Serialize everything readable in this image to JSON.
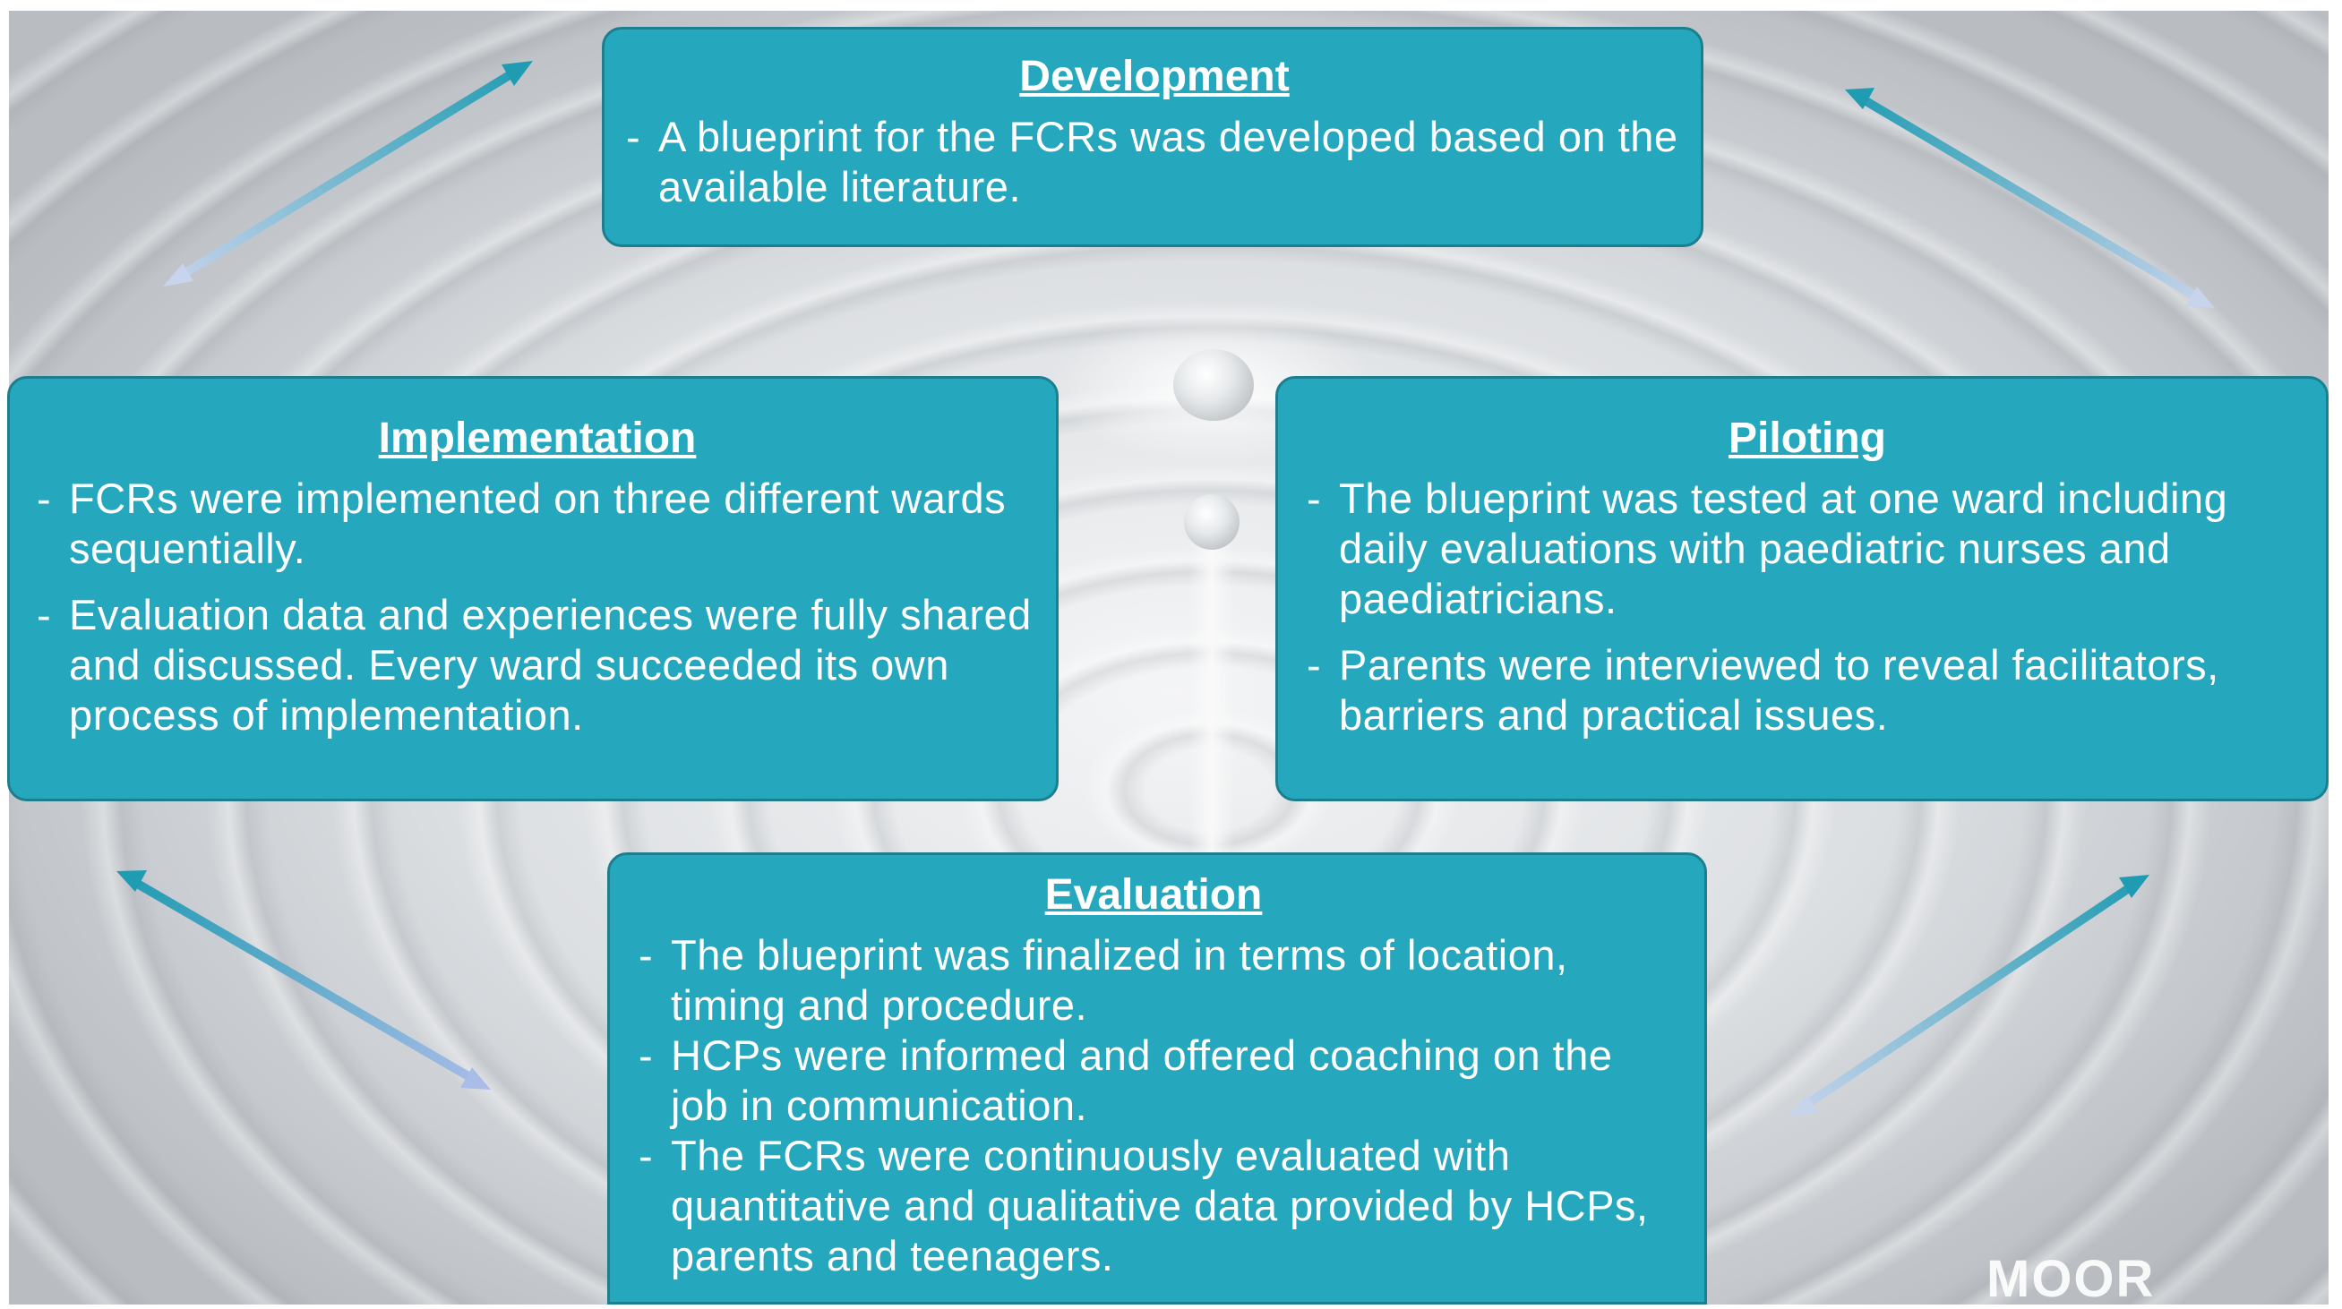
{
  "development": {
    "title": "Development",
    "bullets": [
      "A blueprint for the FCRs was developed based on the available literature."
    ]
  },
  "implementation": {
    "title": "Implementation",
    "bullets": [
      "FCRs were implemented on three different wards sequentially.",
      "Evaluation data and experiences were fully shared and discussed. Every ward succeeded its own process of implementation."
    ]
  },
  "piloting": {
    "title": "Piloting",
    "bullets": [
      "The blueprint was tested at one ward including daily evaluations with paediatric nurses and paediatricians.",
      "Parents were interviewed to reveal facilitators, barriers and practical issues."
    ]
  },
  "evaluation": {
    "title": "Evaluation",
    "bullets": [
      "The blueprint was finalized in terms of location, timing and procedure.",
      "HCPs were informed and offered coaching on the job in communication.",
      "The FCRs were continuously evaluated with quantitative and qualitative data provided by HCPs, parents and teenagers."
    ]
  },
  "logo_text": "MOOR",
  "colors": {
    "box_fill": "#25a8bd",
    "box_border": "#1b7f90",
    "arrow_dark": "#1f9bb2",
    "arrow_light": "#c8d4ec"
  }
}
